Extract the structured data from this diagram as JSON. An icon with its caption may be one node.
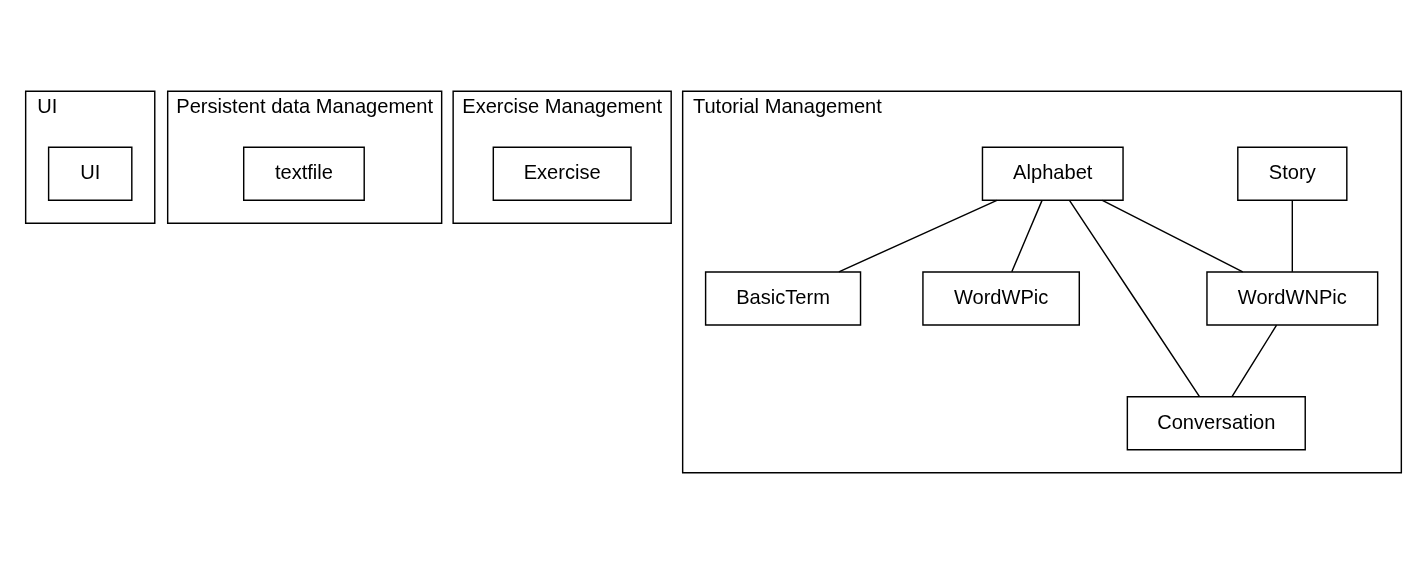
{
  "diagram": {
    "nodes": [
      {
        "text": [
          "UI"
        ]
      },
      {
        "text": [
          "UI"
        ],
        "in": 0
      },
      {
        "text": [
          "Persistent data Management"
        ]
      },
      {
        "text": [
          "textfile"
        ],
        "in": 2
      },
      {
        "text": [
          "Exercise Management"
        ]
      },
      {
        "text": [
          "Exercise"
        ],
        "in": 4
      },
      {
        "text": [
          "Tutorial Management"
        ]
      },
      {
        "text": [
          "Story"
        ],
        "in": 6
      },
      {
        "text": [
          "Alphabet"
        ],
        "in": 6
      },
      {
        "text": [
          "WordWPic"
        ],
        "in": 6
      },
      {
        "text": [
          "BasicTerm"
        ],
        "in": 6
      },
      {
        "text": [
          "WordWNPic"
        ],
        "in": 6
      },
      {
        "text": [
          "Conversation"
        ],
        "in": 6
      }
    ],
    "edges": [
      {
        "from": 7,
        "to": 11,
        "arrow": "none"
      },
      {
        "from": 8,
        "to": 11,
        "arrow": "none"
      },
      {
        "from": 8,
        "to": 9,
        "arrow": "none"
      },
      {
        "from": 8,
        "to": 10,
        "arrow": "none"
      },
      {
        "from": 8,
        "to": 12,
        "arrow": "none"
      },
      {
        "from": 11,
        "to": 12,
        "arrow": "none"
      }
    ]
  }
}
